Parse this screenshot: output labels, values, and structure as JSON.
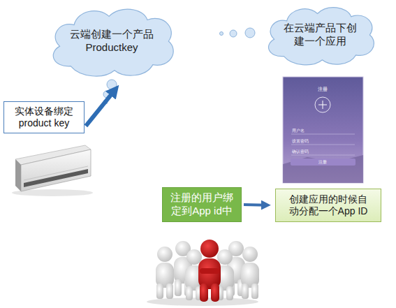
{
  "diagram": {
    "nodes": [
      {
        "text": [
          "云端创建一个产品 Productkey"
        ]
      },
      {
        "text": [
          "在云端产品下创 建一个应用"
        ]
      },
      {
        "text": [
          "实体设备绑定 product key"
        ]
      },
      {
        "text": [
          "注册的用户绑 定到App id中"
        ]
      },
      {
        "text": [
          "创建应用的时候自 动分配一个App ID"
        ]
      }
    ],
    "edges": [
      {
        "from": 2,
        "to": 0,
        "arrow": "to"
      },
      {
        "from": 3,
        "to": 4,
        "arrow": "to"
      }
    ],
    "labels": [
      "注册",
      "用户名",
      "设置密码",
      "确认密码",
      "注册"
    ]
  }
}
